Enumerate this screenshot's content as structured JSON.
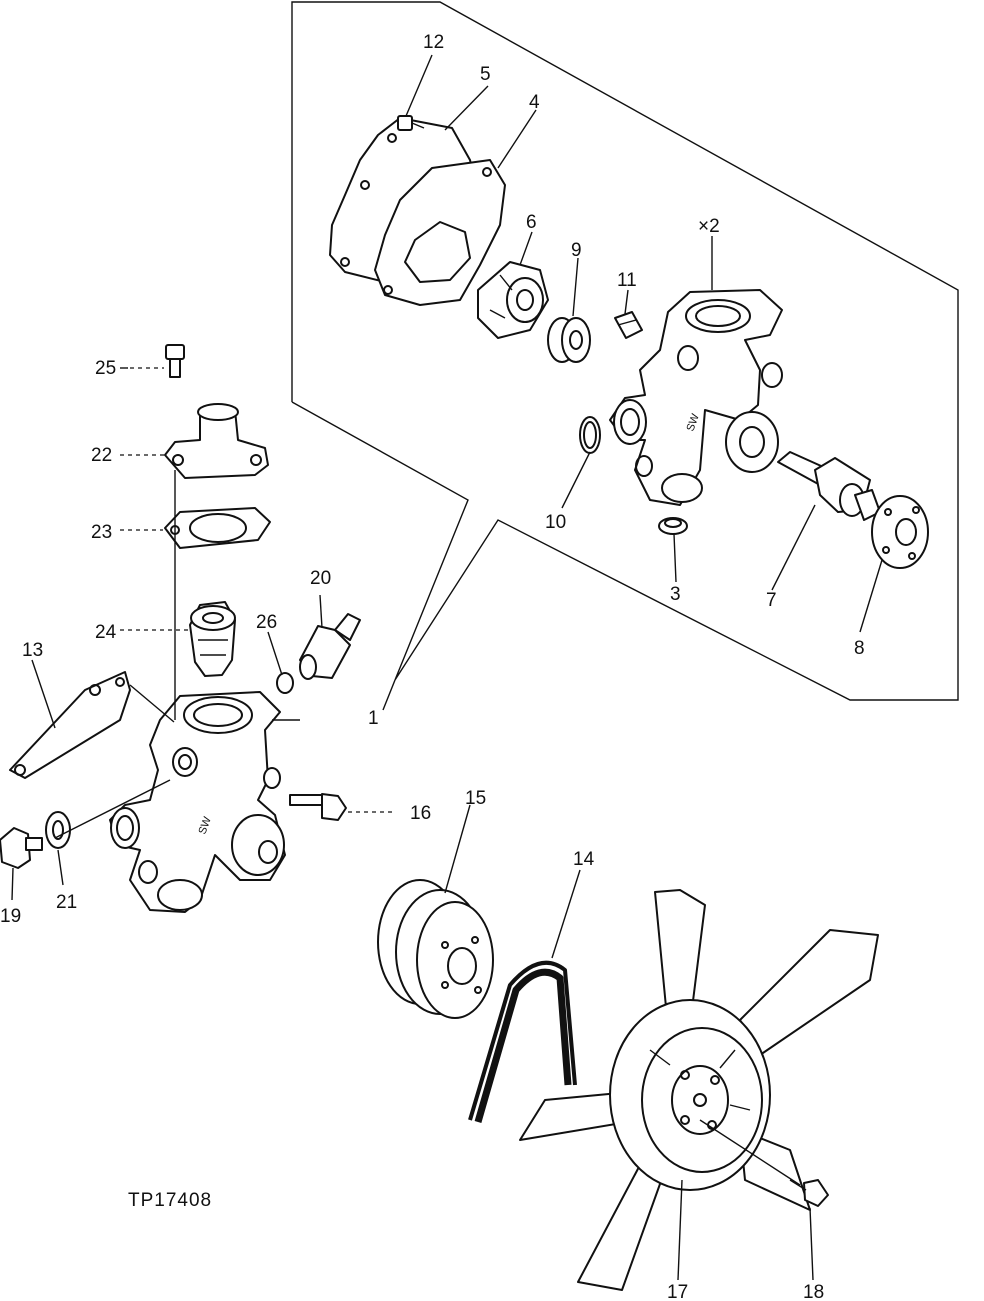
{
  "figure_id": "TP17408",
  "callouts": {
    "c1": "1",
    "c2": "×2",
    "c3": "3",
    "c4": "4",
    "c5": "5",
    "c6": "6",
    "c7": "7",
    "c8": "8",
    "c9": "9",
    "c10": "10",
    "c11": "11",
    "c12": "12",
    "c13": "13",
    "c14": "14",
    "c15": "15",
    "c16": "16",
    "c17": "17",
    "c18": "18",
    "c19": "19",
    "c20": "20",
    "c21": "21",
    "c22": "22",
    "c23": "23",
    "c24": "24",
    "c25": "25",
    "c26": "26"
  }
}
